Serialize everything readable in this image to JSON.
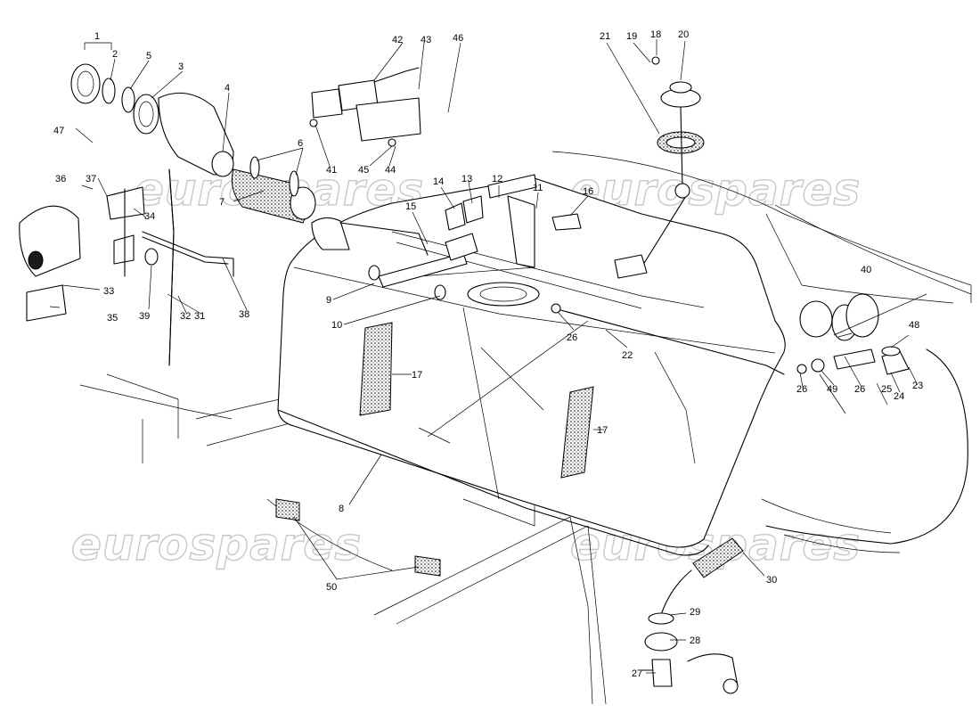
{
  "watermark": "eurospares",
  "callouts": [
    {
      "id": "c1",
      "label": "1"
    },
    {
      "id": "c2",
      "label": "2"
    },
    {
      "id": "c3",
      "label": "3"
    },
    {
      "id": "c4",
      "label": "4"
    },
    {
      "id": "c5",
      "label": "5"
    },
    {
      "id": "c6",
      "label": "6"
    },
    {
      "id": "c7",
      "label": "7"
    },
    {
      "id": "c8",
      "label": "8"
    },
    {
      "id": "c9",
      "label": "9"
    },
    {
      "id": "c10",
      "label": "10"
    },
    {
      "id": "c11",
      "label": "11"
    },
    {
      "id": "c12",
      "label": "12"
    },
    {
      "id": "c13",
      "label": "13"
    },
    {
      "id": "c14",
      "label": "14"
    },
    {
      "id": "c15",
      "label": "15"
    },
    {
      "id": "c16",
      "label": "16"
    },
    {
      "id": "c17a",
      "label": "17"
    },
    {
      "id": "c17b",
      "label": "17"
    },
    {
      "id": "c18",
      "label": "18"
    },
    {
      "id": "c19",
      "label": "19"
    },
    {
      "id": "c20",
      "label": "20"
    },
    {
      "id": "c21",
      "label": "21"
    },
    {
      "id": "c22",
      "label": "22"
    },
    {
      "id": "c23",
      "label": "23"
    },
    {
      "id": "c24",
      "label": "24"
    },
    {
      "id": "c25",
      "label": "25"
    },
    {
      "id": "c26a",
      "label": "26"
    },
    {
      "id": "c26b",
      "label": "26"
    },
    {
      "id": "c26c",
      "label": "26"
    },
    {
      "id": "c27",
      "label": "27"
    },
    {
      "id": "c28",
      "label": "28"
    },
    {
      "id": "c29",
      "label": "29"
    },
    {
      "id": "c30",
      "label": "30"
    },
    {
      "id": "c31",
      "label": "31"
    },
    {
      "id": "c32",
      "label": "32"
    },
    {
      "id": "c33",
      "label": "33"
    },
    {
      "id": "c34",
      "label": "34"
    },
    {
      "id": "c35",
      "label": "35"
    },
    {
      "id": "c36",
      "label": "36"
    },
    {
      "id": "c37",
      "label": "37"
    },
    {
      "id": "c38",
      "label": "38"
    },
    {
      "id": "c39",
      "label": "39"
    },
    {
      "id": "c40",
      "label": "40"
    },
    {
      "id": "c41",
      "label": "41"
    },
    {
      "id": "c42",
      "label": "42"
    },
    {
      "id": "c43",
      "label": "43"
    },
    {
      "id": "c44",
      "label": "44"
    },
    {
      "id": "c45",
      "label": "45"
    },
    {
      "id": "c46",
      "label": "46"
    },
    {
      "id": "c47",
      "label": "47"
    },
    {
      "id": "c48",
      "label": "48"
    },
    {
      "id": "c49",
      "label": "49"
    },
    {
      "id": "c50",
      "label": "50"
    }
  ]
}
